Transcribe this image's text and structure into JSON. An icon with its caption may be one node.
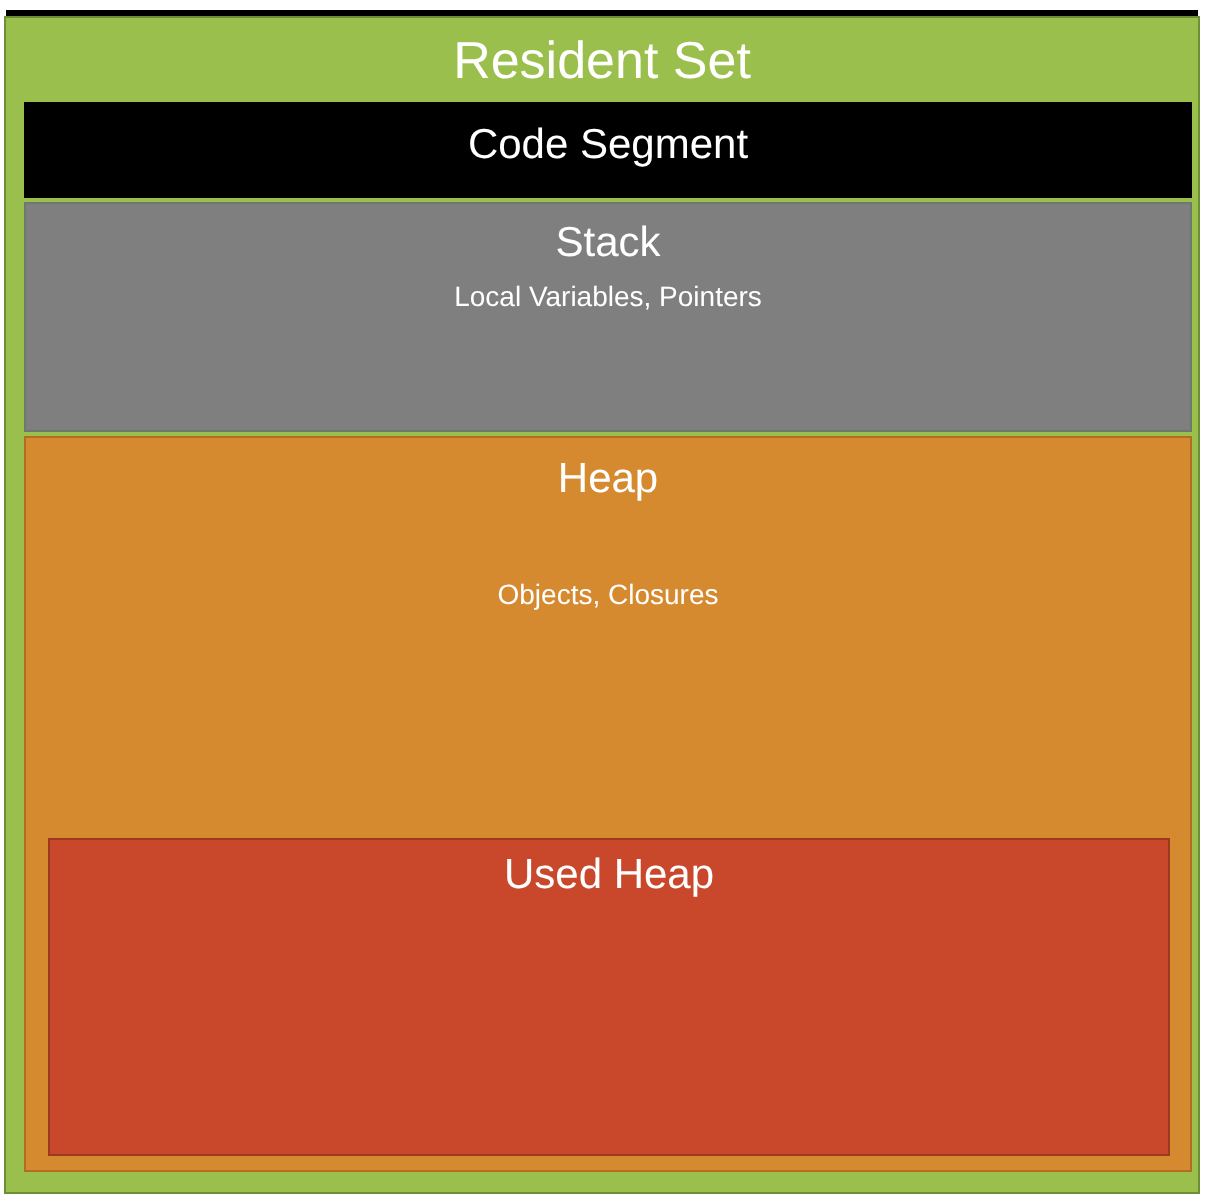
{
  "diagram": {
    "nodes": [
      {
        "text": [
          "Resident Set"
        ]
      },
      {
        "text": [
          "Code Segment"
        ],
        "in": 0
      },
      {
        "text": [
          "Stack",
          "Local Variables, Pointers"
        ],
        "in": 0
      },
      {
        "text": [
          "Heap",
          "Objects, Closures"
        ],
        "in": 0
      },
      {
        "text": [
          "Used Heap"
        ],
        "in": 3
      }
    ],
    "edges": []
  }
}
